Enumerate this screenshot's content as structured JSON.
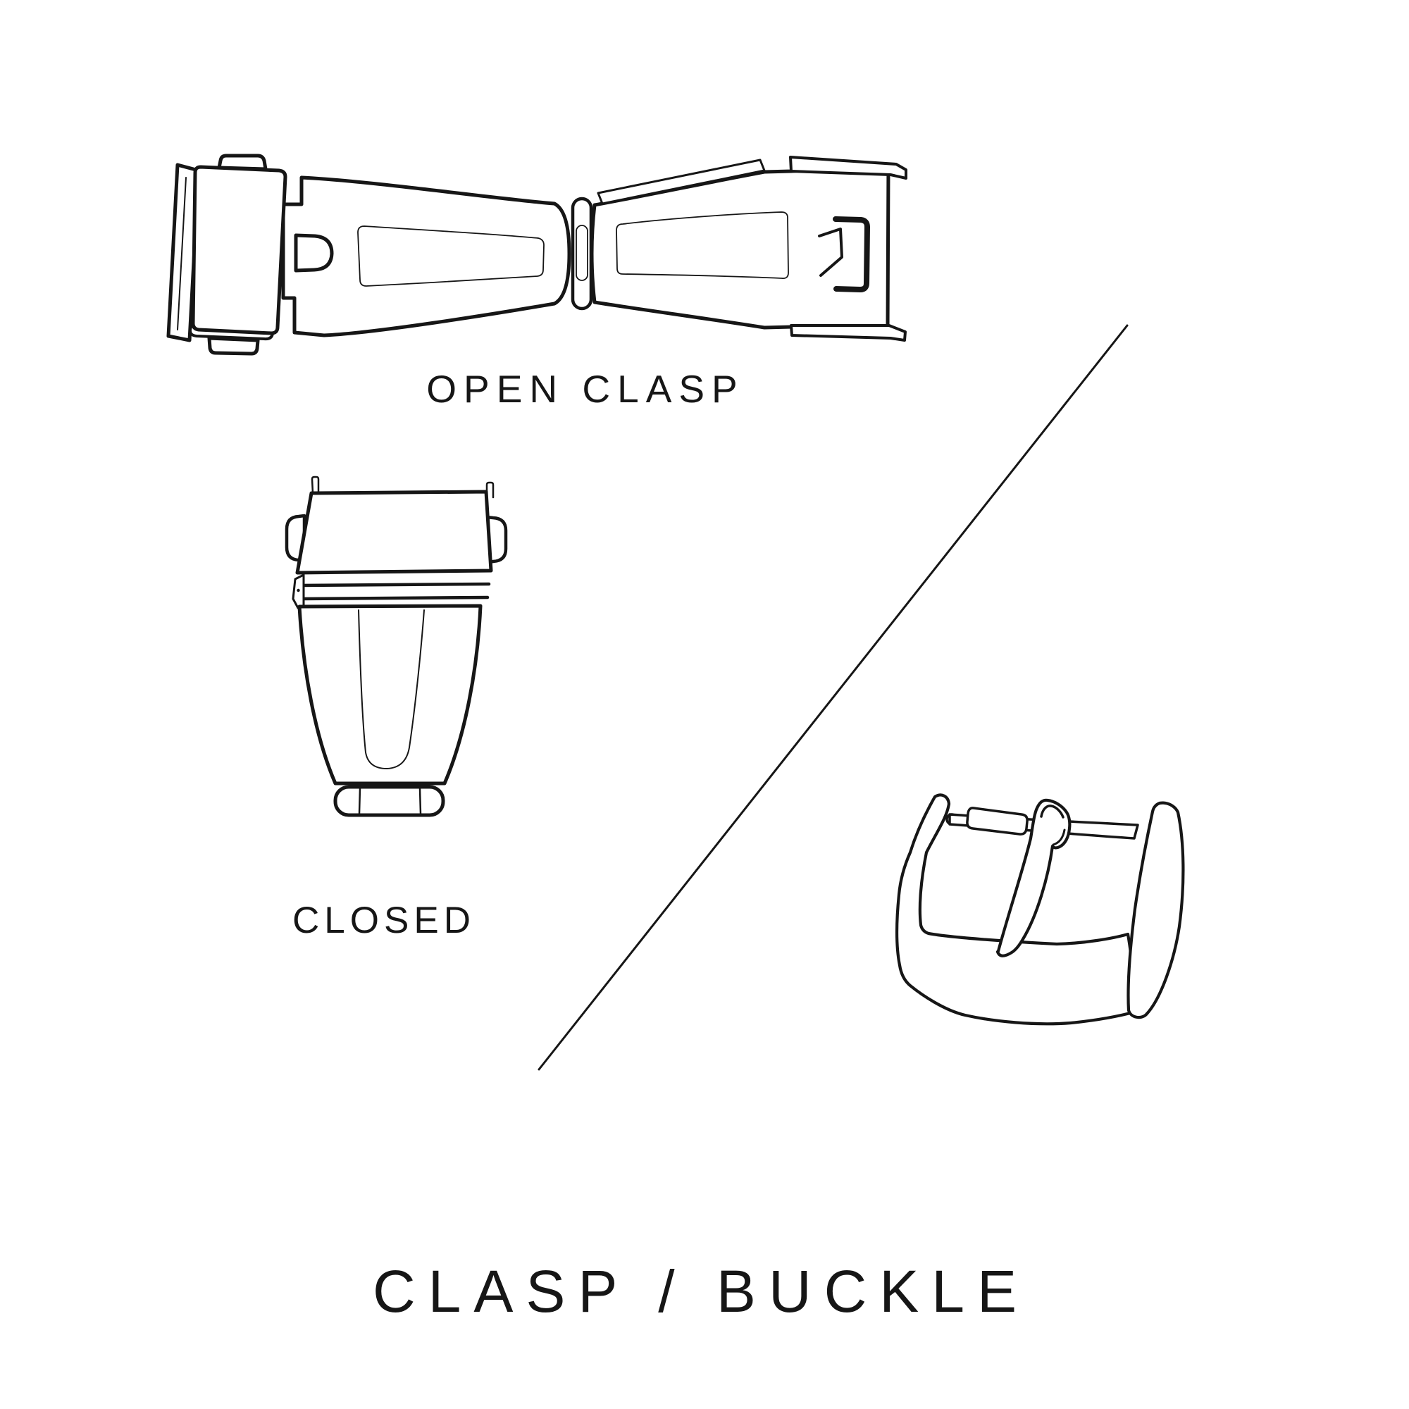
{
  "page": {
    "background": "#ffffff",
    "ink": "#161616"
  },
  "title": {
    "text": "CLASP / BUCKLE"
  },
  "illustrations": {
    "open_clasp": {
      "label": "OPEN CLASP"
    },
    "closed_clasp": {
      "label": "CLOSED"
    },
    "buckle": {
      "label": ""
    }
  }
}
